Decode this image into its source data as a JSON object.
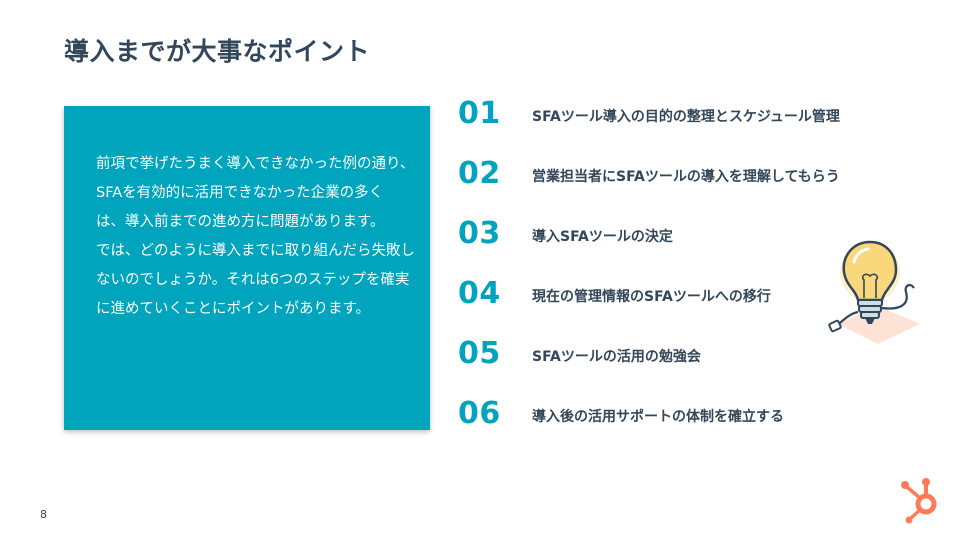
{
  "slide": {
    "title": "導入までが大事なポイント",
    "page_number": "8"
  },
  "intro": {
    "lines": [
      "前項で挙げたうまく導入できなかった例の通り、",
      "SFAを有効的に活用できなかった企業の多く",
      "は、導入前までの進め方に問題があります。",
      "では、どのように導入までに取り組んだら失敗し",
      "ないのでしょうか。それは6つのステップを確実",
      "に進めていくことにポイントがあります。"
    ]
  },
  "steps": [
    {
      "number": "01",
      "label": "SFAツール導入の目的の整理とスケジュール管理"
    },
    {
      "number": "02",
      "label": "営業担当者にSFAツールの導入を理解してもらう"
    },
    {
      "number": "03",
      "label": "導入SFAツールの決定"
    },
    {
      "number": "04",
      "label": "現在の管理情報のSFAツールへの移行"
    },
    {
      "number": "05",
      "label": "SFAツールの活用の勉強会"
    },
    {
      "number": "06",
      "label": "導入後の活用サポートの体制を確立する"
    }
  ],
  "colors": {
    "accent": "#00a4bd",
    "text": "#33475b",
    "brand": "#ff7a59"
  },
  "icons": {
    "illustration": "lightbulb-illustration",
    "logo": "hubspot-logo"
  }
}
